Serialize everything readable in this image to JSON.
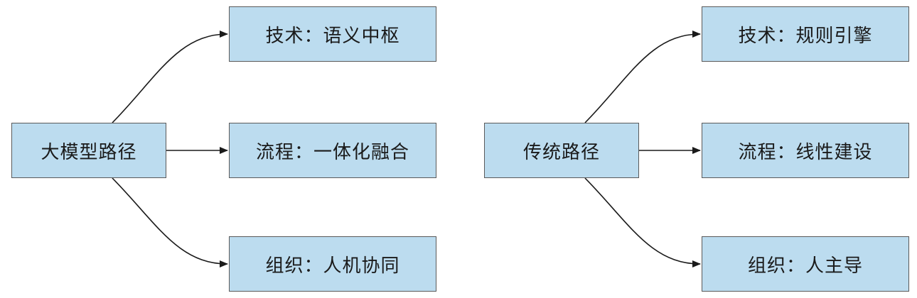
{
  "diagram": {
    "left": {
      "root": "大模型路径",
      "branches": [
        "技术：语义中枢",
        "流程：一体化融合",
        "组织：人机协同"
      ]
    },
    "right": {
      "root": "传统路径",
      "branches": [
        "技术：规则引擎",
        "流程：线性建设",
        "组织：人主导"
      ]
    }
  },
  "colors": {
    "box_fill": "#bcdcef",
    "box_border": "#5a5a5a",
    "connector": "#1a1a1a"
  }
}
